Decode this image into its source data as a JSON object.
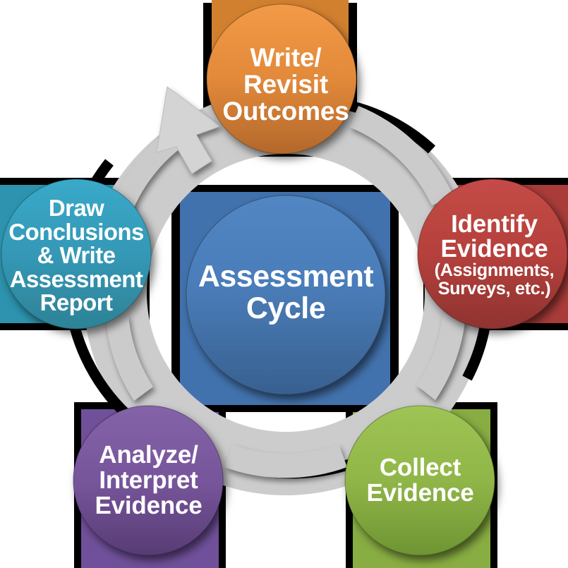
{
  "diagram": {
    "type": "cyclical-process",
    "title": "Assessment Cycle",
    "center": {
      "lines": [
        "Assessment",
        "Cycle"
      ],
      "color": "#4d81be",
      "color_dark": "#3a6193",
      "shape": "circle"
    },
    "direction": "clockwise",
    "arrow_color": "#c9c9c9",
    "background": "#ffffff",
    "steps": [
      {
        "id": "write-revisit-outcomes",
        "position": "top",
        "lines": [
          "Write/",
          "Revisit",
          "Outcomes"
        ],
        "sub_lines": [],
        "color": "#f09440",
        "color_dark": "#b3682b"
      },
      {
        "id": "identify-evidence",
        "position": "right",
        "lines": [
          "Identify",
          "Evidence"
        ],
        "sub_lines": [
          "(Assignments,",
          "Surveys, etc.)"
        ],
        "color": "#c1413f",
        "color_dark": "#8e3330"
      },
      {
        "id": "collect-evidence",
        "position": "bottom-right",
        "lines": [
          "Collect",
          "Evidence"
        ],
        "sub_lines": [],
        "color": "#9bbf4e",
        "color_dark": "#6e9433"
      },
      {
        "id": "analyze-interpret-evidence",
        "position": "bottom-left",
        "lines": [
          "Analyze/",
          "Interpret",
          "Evidence"
        ],
        "sub_lines": [],
        "color": "#7d5ba0",
        "color_dark": "#573c74"
      },
      {
        "id": "draw-conclusions-write-assessment-report",
        "position": "left",
        "lines": [
          "Draw",
          "Conclusions",
          "& Write",
          "Assessment",
          "Report"
        ],
        "sub_lines": [],
        "color": "#37a3c4",
        "color_dark": "#2e8296"
      }
    ]
  }
}
